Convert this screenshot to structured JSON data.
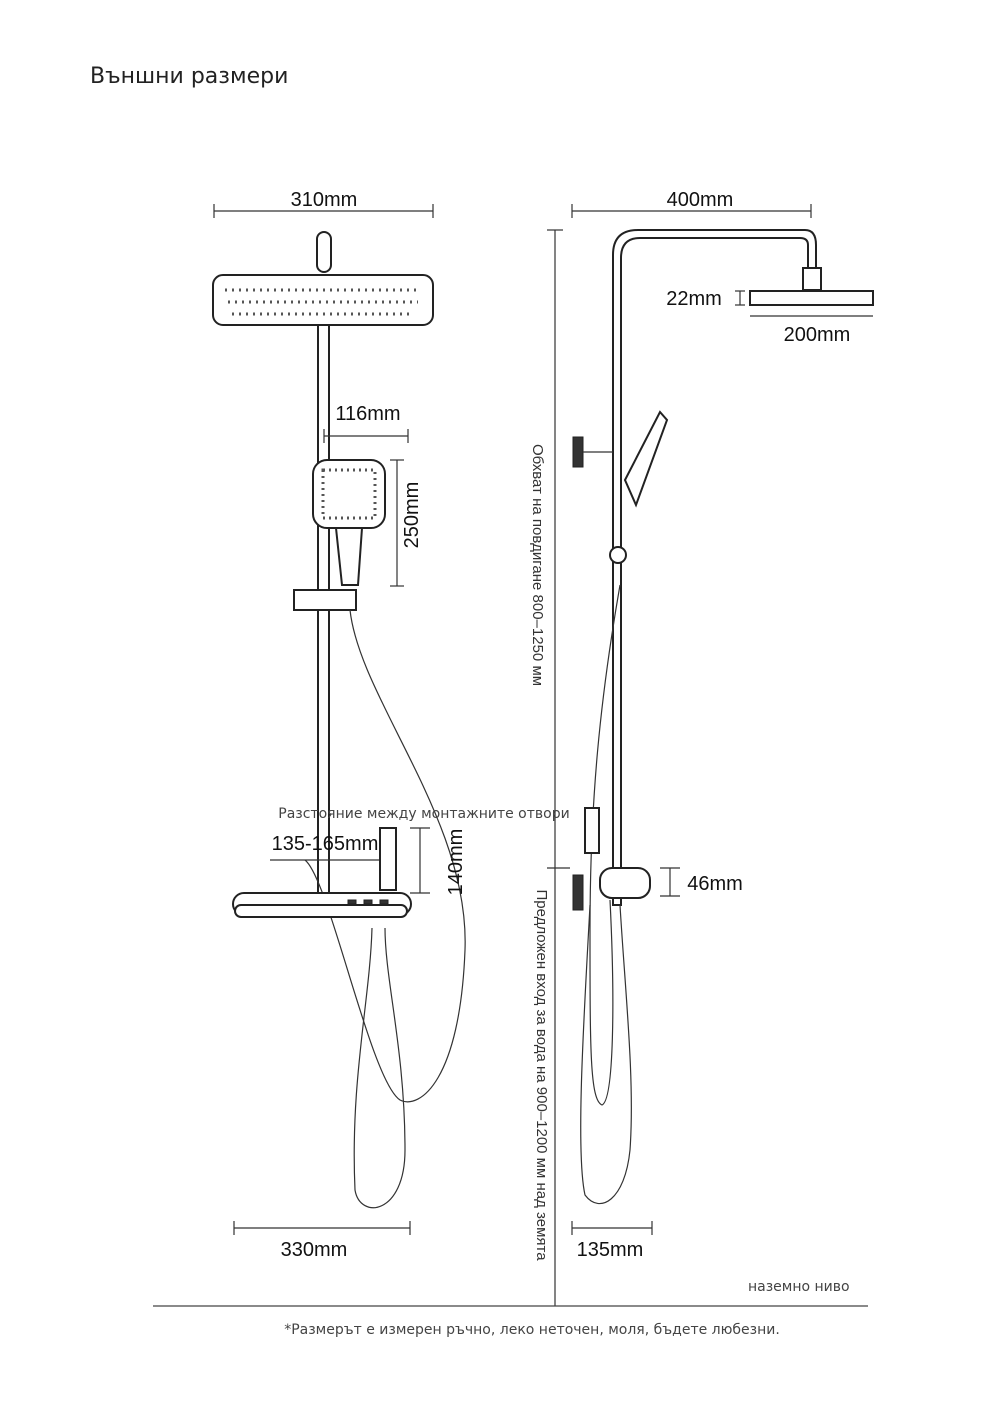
{
  "title": "Външни размери",
  "dimensions": {
    "front_head_width": "310mm",
    "side_arm_length": "400mm",
    "head_thickness": "22mm",
    "side_head_width": "200mm",
    "handshower_width": "116mm",
    "handshower_height": "250mm",
    "mount_label": "Разстояние между монтажните отвори",
    "mount_distance": "135-165mm",
    "spout_height": "140mm",
    "shelf_height": "46mm",
    "shelf_width": "330mm",
    "side_depth": "135mm"
  },
  "vertical_labels": {
    "lift_range": "Обхват на повдигане 800–1250 мм",
    "water_inlet": "Предложен вход за вода на 900–1200 мм над земята"
  },
  "ground_label": "наземно ниво",
  "footnote": "*Размерът е измерен ръчно, леко неточен, моля, бъдете любезни."
}
